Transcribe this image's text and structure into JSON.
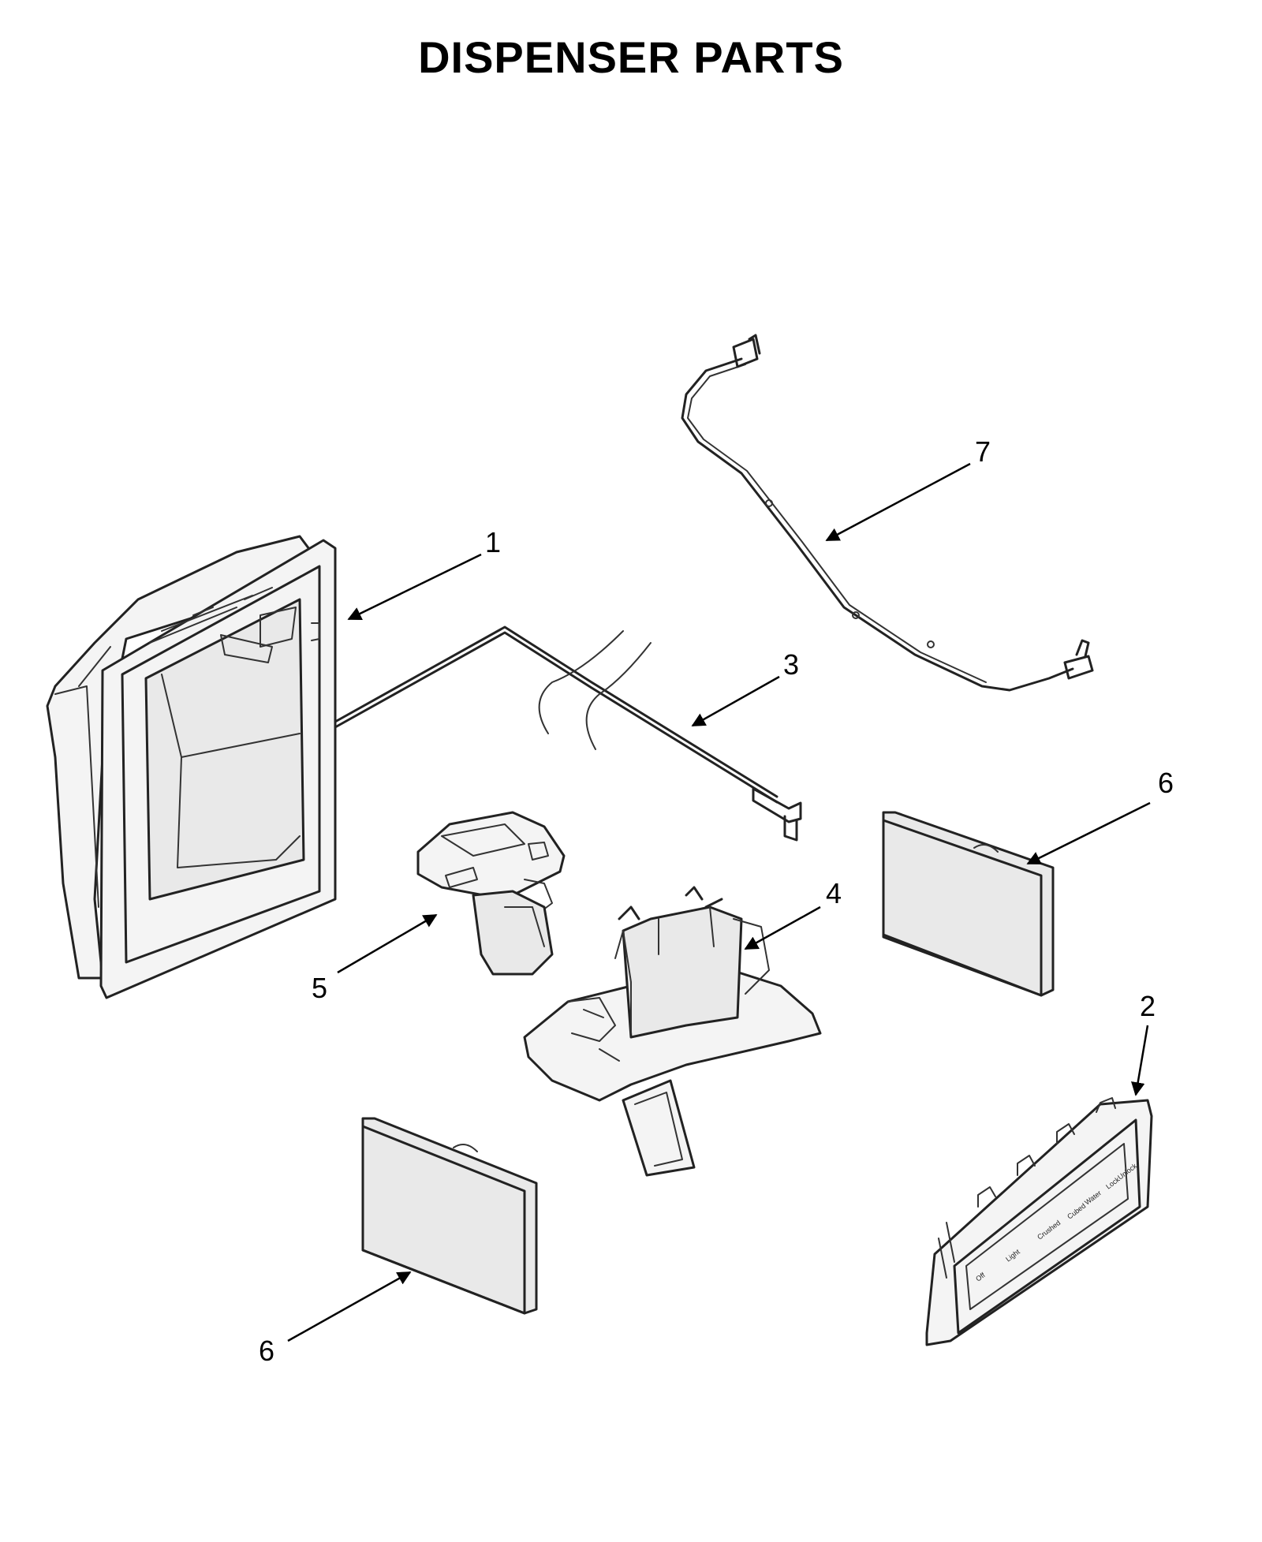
{
  "title": "DISPENSER PARTS",
  "callouts": [
    {
      "id": "1"
    },
    {
      "id": "2"
    },
    {
      "id": "3"
    },
    {
      "id": "4"
    },
    {
      "id": "5"
    },
    {
      "id": "6a"
    },
    {
      "id": "6b"
    },
    {
      "id": "7"
    }
  ],
  "labels": {
    "c1": "1",
    "c2": "2",
    "c3": "3",
    "c4": "4",
    "c5": "5",
    "c6a": "6",
    "c6b": "6",
    "c7": "7"
  },
  "control_panel_text": [
    "Lock",
    "Unlock",
    "Water",
    "Cubed",
    "Crushed",
    "Light",
    "Off"
  ]
}
